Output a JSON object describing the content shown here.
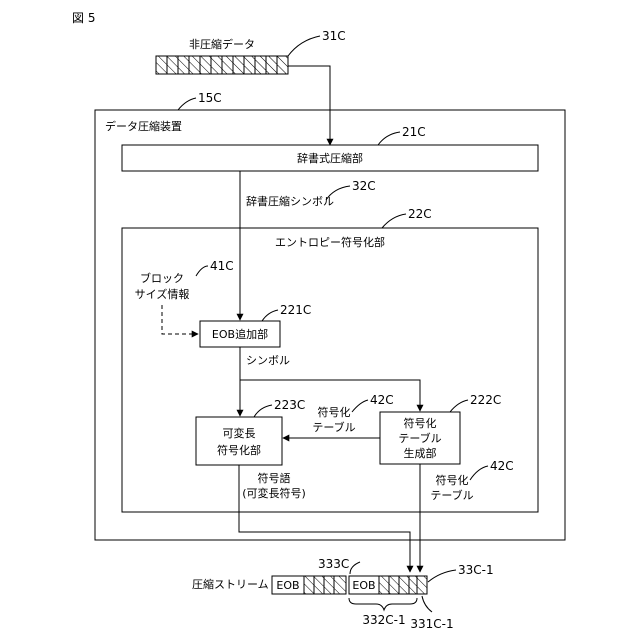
{
  "figure_label": "図 5",
  "input": {
    "label": "非圧縮データ",
    "ref": "31C"
  },
  "device": {
    "label": "データ圧縮装置",
    "ref": "15C"
  },
  "dict_comp": {
    "label": "辞書式圧縮部",
    "ref": "21C"
  },
  "dict_symbol": {
    "label": "辞書圧縮シンボル",
    "ref": "32C"
  },
  "entropy": {
    "label": "エントロピー符号化部",
    "ref": "22C"
  },
  "block_size": {
    "line1": "ブロック",
    "line2": "サイズ情報",
    "ref": "41C"
  },
  "eob_add": {
    "label": "EOB追加部",
    "ref": "221C"
  },
  "symbol_label": "シンボル",
  "varlen": {
    "line1": "可変長",
    "line2": "符号化部",
    "ref": "223C"
  },
  "table_gen": {
    "line1": "符号化",
    "line2": "テーブル",
    "line3": "生成部",
    "ref": "222C"
  },
  "table_mid": {
    "line1": "符号化",
    "line2": "テーブル",
    "ref": "42C"
  },
  "table_out": {
    "line1": "符号化",
    "line2": "テーブル",
    "ref": "42C"
  },
  "codeword": {
    "line1": "符号語",
    "line2": "(可変長符号)"
  },
  "stream": {
    "label": "圧縮ストリーム",
    "eob1": "EOB",
    "eob2": "EOB",
    "ref_stream": "33C-1",
    "ref_block": "333C",
    "ref_332": "332C-1",
    "ref_331": "331C-1"
  },
  "colors": {
    "stroke": "#000000",
    "background": "#ffffff"
  }
}
